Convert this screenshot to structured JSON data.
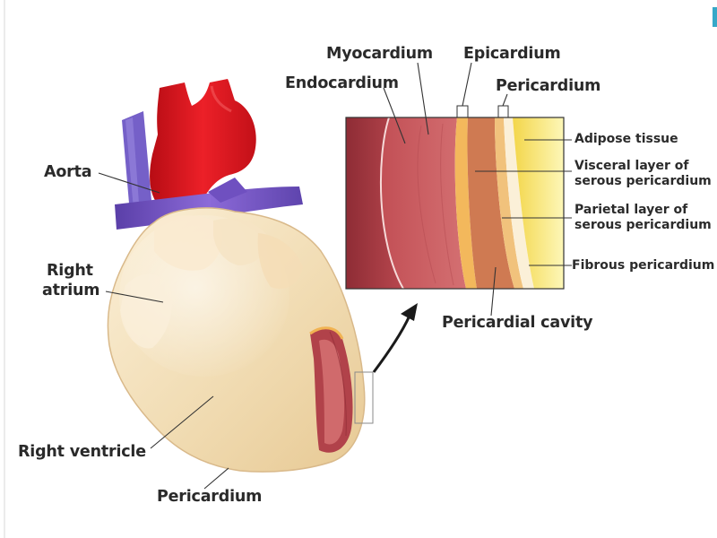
{
  "labels": {
    "aorta": "Aorta",
    "right_atrium_1": "Right",
    "right_atrium_2": "atrium",
    "right_ventricle": "Right ventricle",
    "pericardium_bottom": "Pericardium",
    "endocardium": "Endocardium",
    "myocardium": "Myocardium",
    "epicardium": "Epicardium",
    "pericardium_top": "Pericardium",
    "adipose_tissue": "Adipose tissue",
    "visceral_1": "Visceral layer of",
    "visceral_2": "serous pericardium",
    "parietal_1": "Parietal layer of",
    "parietal_2": "serous pericardium",
    "fibrous_pericardium": "Fibrous pericardium",
    "pericardial_cavity": "Pericardial cavity"
  },
  "colors": {
    "aorta": "#e0141e",
    "pulmonary_vein": "#7a55c6",
    "vena_cava": "#7663c9",
    "pericardial_sac": "#f3dfb8",
    "myocardium": "#c85a5e",
    "endocardium": "#a93a42",
    "epicardium": "#f2b35a",
    "adipose": "#f6e35a",
    "leader_line": "#333333"
  }
}
